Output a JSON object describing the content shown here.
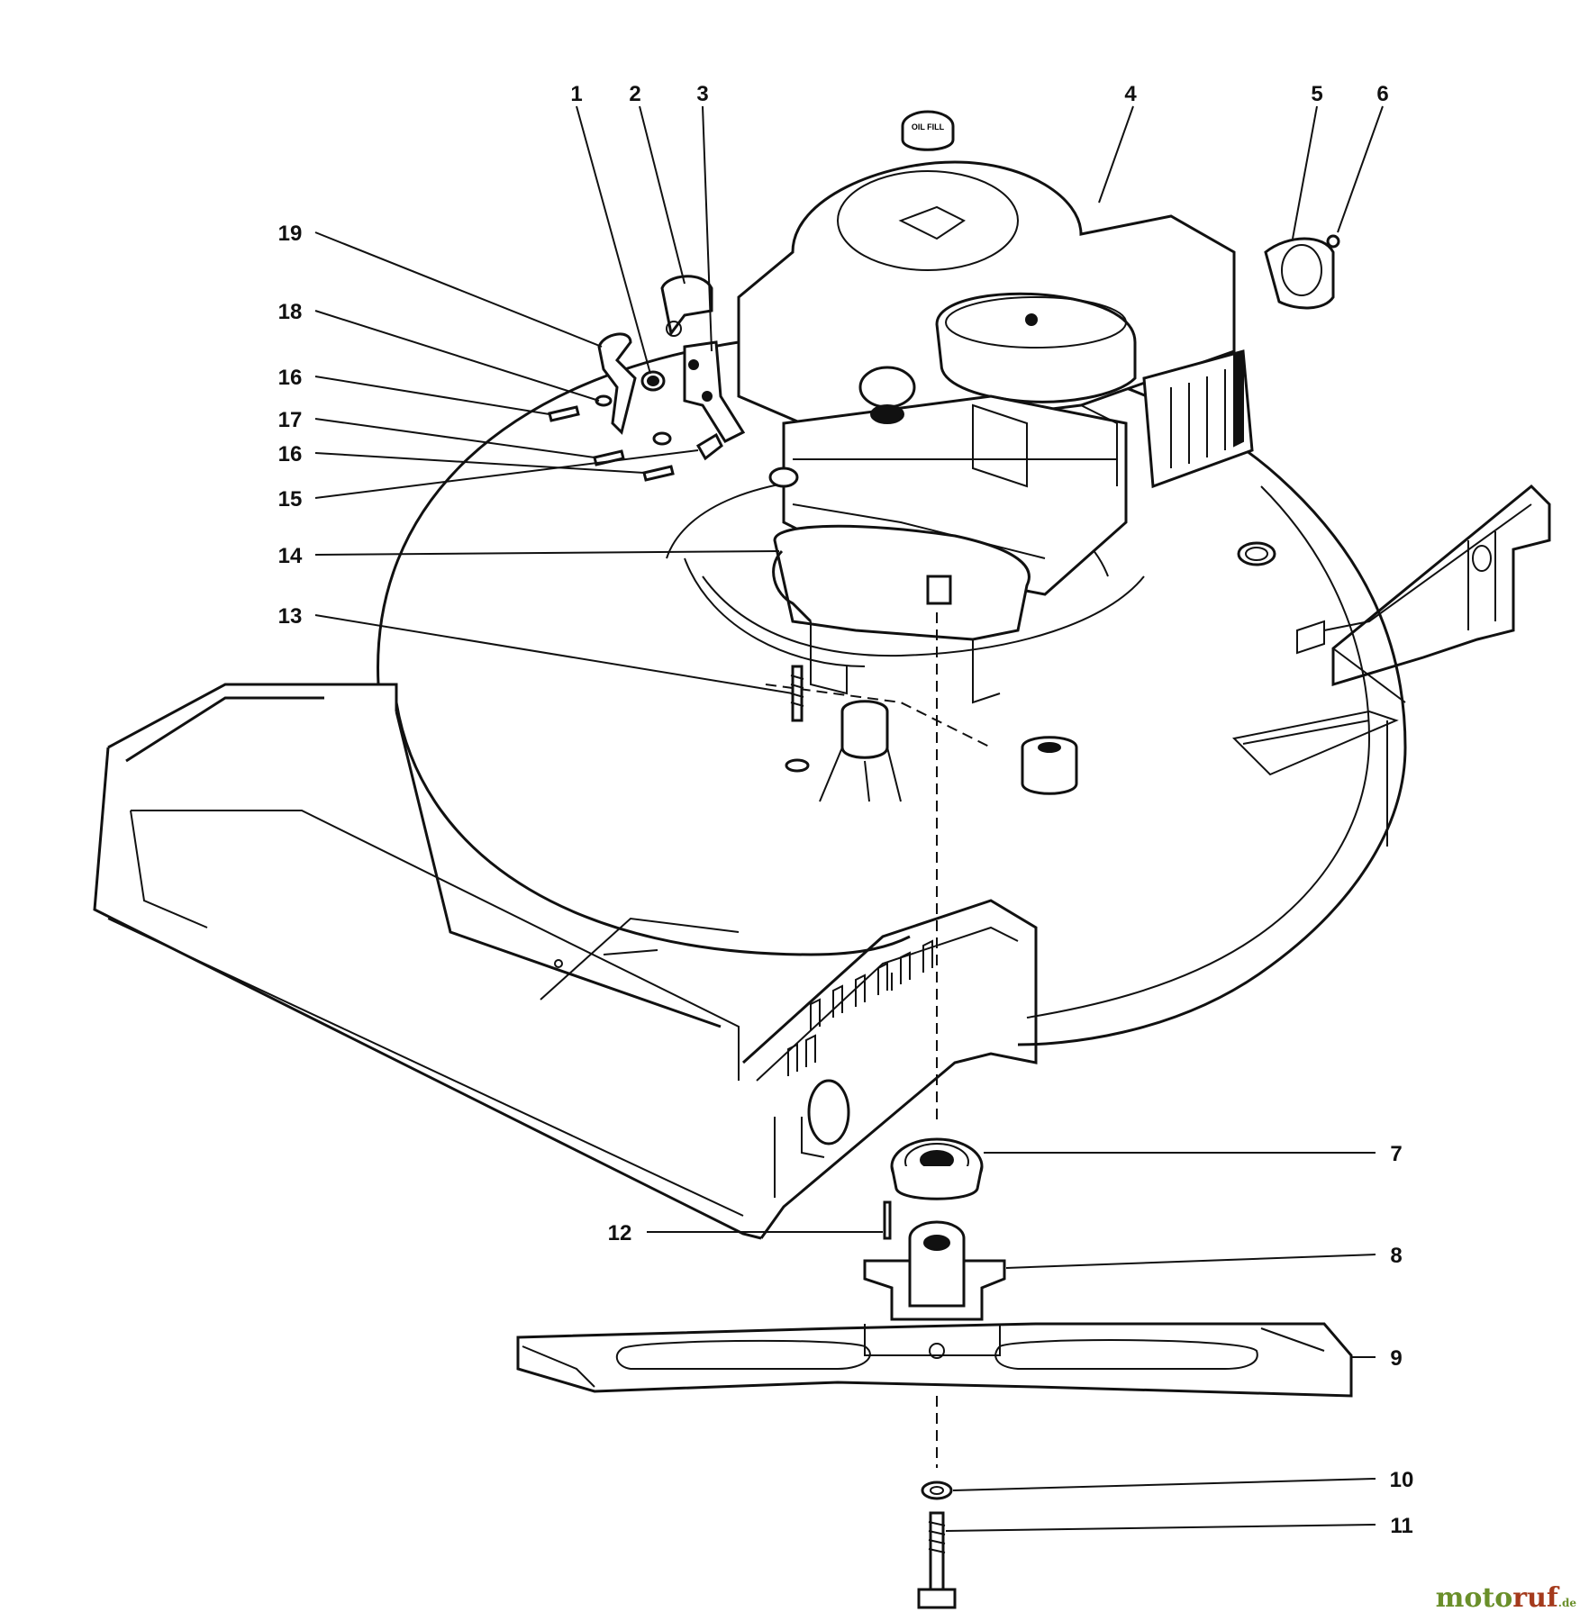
{
  "callouts": [
    {
      "id": "1",
      "label": "1"
    },
    {
      "id": "2",
      "label": "2"
    },
    {
      "id": "3",
      "label": "3"
    },
    {
      "id": "4",
      "label": "4"
    },
    {
      "id": "5",
      "label": "5"
    },
    {
      "id": "6",
      "label": "6"
    },
    {
      "id": "7",
      "label": "7"
    },
    {
      "id": "8",
      "label": "8"
    },
    {
      "id": "9",
      "label": "9"
    },
    {
      "id": "10",
      "label": "10"
    },
    {
      "id": "11",
      "label": "11"
    },
    {
      "id": "12",
      "label": "12"
    },
    {
      "id": "13",
      "label": "13"
    },
    {
      "id": "14",
      "label": "14"
    },
    {
      "id": "15",
      "label": "15"
    },
    {
      "id": "16a",
      "label": "16"
    },
    {
      "id": "17",
      "label": "17"
    },
    {
      "id": "16b",
      "label": "16"
    },
    {
      "id": "18",
      "label": "18"
    },
    {
      "id": "19",
      "label": "19"
    }
  ],
  "watermark": {
    "part1": "moto",
    "part2": "ruf",
    "part3": ".de"
  },
  "engine_cap_text": "OIL FILL",
  "colors": {
    "ink": "#111111",
    "background": "#ffffff"
  }
}
